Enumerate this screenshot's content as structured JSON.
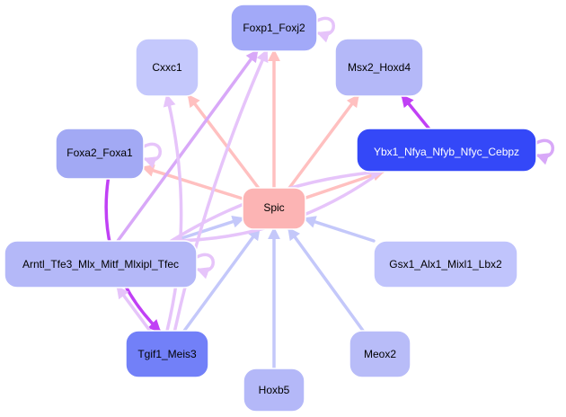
{
  "diagram": {
    "type": "gene-regulatory-network",
    "colors": {
      "edge_activation": "#ffc0c0",
      "edge_inhibition": "#c4c8fa",
      "edge_weak_purple": "#e6c4fa",
      "edge_strong_purple": "#c040f5",
      "edge_mid_purple": "#d8a8f8"
    },
    "nodes": [
      {
        "id": "foxp1",
        "label": "Foxp1_Foxj2",
        "fill": "#a2a9f8",
        "text": "#000000"
      },
      {
        "id": "cxxc1",
        "label": "Cxxc1",
        "fill": "#c4c8fc",
        "text": "#000000"
      },
      {
        "id": "msx2",
        "label": "Msx2_Hoxd4",
        "fill": "#b4b8f8",
        "text": "#000000"
      },
      {
        "id": "foxa2",
        "label": "Foxa2_Foxa1",
        "fill": "#a2a9f4",
        "text": "#000000"
      },
      {
        "id": "ybx1",
        "label": "Ybx1_Nfya_Nfyb_Nfyc_Cebpz",
        "fill": "#3448f8",
        "text": "#ffffff"
      },
      {
        "id": "spic",
        "label": "Spic",
        "fill": "#fcb4b4",
        "text": "#000000"
      },
      {
        "id": "arntl",
        "label": "Arntl_Tfe3_Mlx_Mitf_Mlxipl_Tfec",
        "fill": "#b4b8f8",
        "text": "#000000"
      },
      {
        "id": "gsx1",
        "label": "Gsx1_Alx1_Mixl1_Lbx2",
        "fill": "#c0c4fc",
        "text": "#000000"
      },
      {
        "id": "tgif1",
        "label": "Tgif1_Meis3",
        "fill": "#7280f8",
        "text": "#000000"
      },
      {
        "id": "meox2",
        "label": "Meox2",
        "fill": "#b8bcf8",
        "text": "#000000"
      },
      {
        "id": "hoxb5",
        "label": "Hoxb5",
        "fill": "#b4b8f8",
        "text": "#000000"
      }
    ],
    "edges": [
      {
        "from": "spic",
        "to": "foxp1",
        "kind": "edge_activation"
      },
      {
        "from": "spic",
        "to": "cxxc1",
        "kind": "edge_activation"
      },
      {
        "from": "spic",
        "to": "msx2",
        "kind": "edge_activation"
      },
      {
        "from": "spic",
        "to": "foxa2",
        "kind": "edge_activation"
      },
      {
        "from": "spic",
        "to": "ybx1",
        "kind": "edge_activation"
      },
      {
        "from": "arntl",
        "to": "spic",
        "kind": "edge_inhibition"
      },
      {
        "from": "gsx1",
        "to": "spic",
        "kind": "edge_inhibition"
      },
      {
        "from": "tgif1",
        "to": "spic",
        "kind": "edge_inhibition"
      },
      {
        "from": "meox2",
        "to": "spic",
        "kind": "edge_inhibition"
      },
      {
        "from": "hoxb5",
        "to": "spic",
        "kind": "edge_inhibition"
      },
      {
        "from": "ybx1",
        "to": "msx2",
        "kind": "edge_strong_purple"
      },
      {
        "from": "foxa2",
        "to": "tgif1",
        "kind": "edge_strong_purple"
      },
      {
        "from": "arntl",
        "to": "foxp1",
        "kind": "edge_mid_purple"
      },
      {
        "from": "arntl",
        "to": "ybx1",
        "kind": "edge_weak_purple"
      },
      {
        "from": "ybx1",
        "to": "arntl",
        "kind": "edge_weak_purple"
      },
      {
        "from": "tgif1",
        "to": "arntl",
        "kind": "edge_weak_purple"
      },
      {
        "from": "tgif1",
        "to": "cxxc1",
        "kind": "edge_weak_purple"
      },
      {
        "from": "tgif1",
        "to": "foxp1",
        "kind": "edge_weak_purple"
      },
      {
        "from": "foxp1",
        "to": "foxp1",
        "kind": "edge_weak_purple"
      },
      {
        "from": "foxa2",
        "to": "foxa2",
        "kind": "edge_weak_purple"
      },
      {
        "from": "arntl",
        "to": "arntl",
        "kind": "edge_weak_purple"
      },
      {
        "from": "ybx1",
        "to": "ybx1",
        "kind": "edge_mid_purple"
      }
    ]
  }
}
